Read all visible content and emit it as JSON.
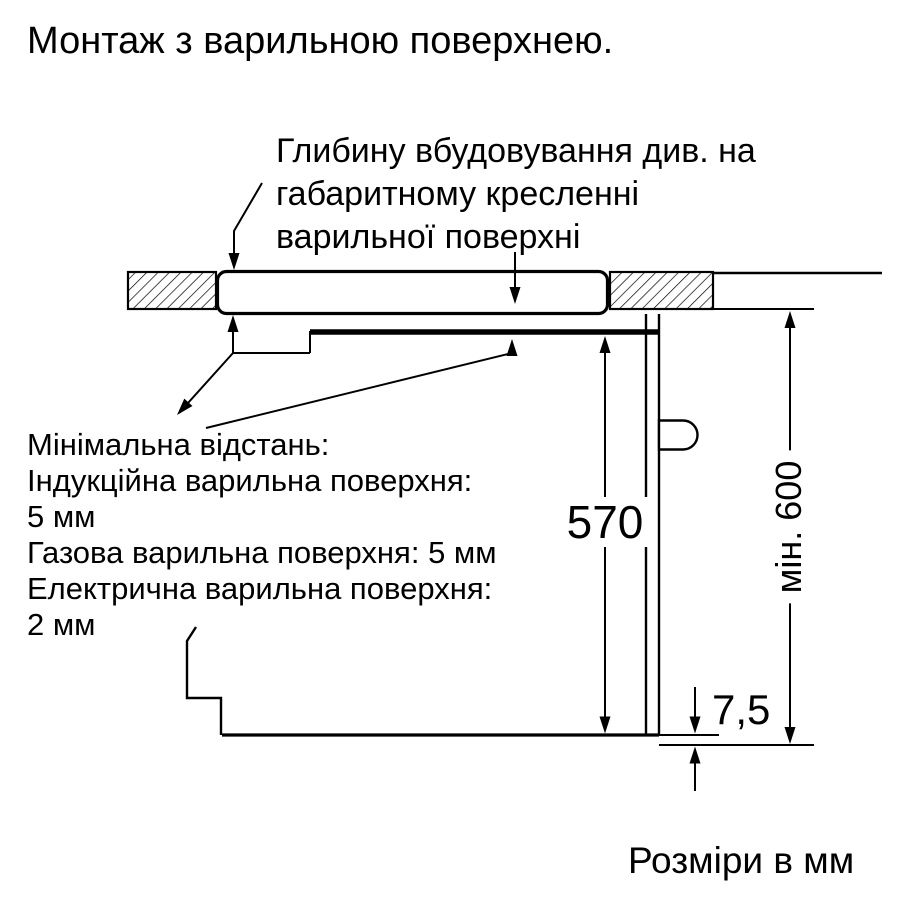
{
  "title": "Монтаж з варильною поверхнею.",
  "notes": {
    "depth": "Глибину вбудовування див. на\nгабаритному кресленні\nварильної поверхні",
    "min_distance": "Мінімальна відстань:\nІндукційна варильна поверхня:\n5 мм\nГазова варильна поверхня: 5 мм\nЕлектрична варильна поверхня:\n2 мм"
  },
  "dimensions": {
    "oven_height": "570",
    "min_total_height": "мін. 600",
    "bottom_gap": "7,5"
  },
  "footer": "Розміри в мм",
  "colors": {
    "line": "#000000",
    "background": "#ffffff"
  }
}
